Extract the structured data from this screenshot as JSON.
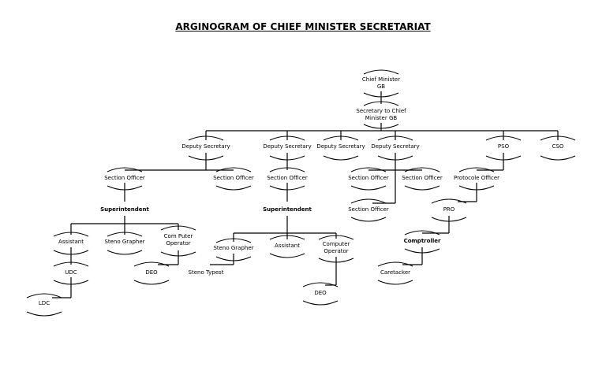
{
  "title": "ARGINOGRAM OF CHIEF MINISTER SECRETARIAT",
  "nodes": [
    {
      "id": "cm",
      "label": "Chief  Minister\nGB",
      "bold": false
    },
    {
      "id": "sec",
      "label": "Secretary to Chief\nMinister GB",
      "bold": false
    },
    {
      "id": "ds1",
      "label": "Deputy Secretary",
      "bold": false
    },
    {
      "id": "ds2",
      "label": "Deputy Secretary",
      "bold": false
    },
    {
      "id": "ds3",
      "label": "Deputy Secretary",
      "bold": false
    },
    {
      "id": "ds4",
      "label": "Deputy Secretary",
      "bold": false
    },
    {
      "id": "pso",
      "label": "PSO",
      "bold": false
    },
    {
      "id": "cso",
      "label": "CSO",
      "bold": false
    },
    {
      "id": "so1",
      "label": "Section Officer",
      "bold": false
    },
    {
      "id": "so2",
      "label": "Section Officer",
      "bold": false
    },
    {
      "id": "so3",
      "label": "Section Officer",
      "bold": false
    },
    {
      "id": "so4",
      "label": "Section Officer",
      "bold": false
    },
    {
      "id": "so5",
      "label": "Section Officer",
      "bold": false
    },
    {
      "id": "so6",
      "label": "Section Officer",
      "bold": false
    },
    {
      "id": "proto",
      "label": "Protocole Officer",
      "bold": false
    },
    {
      "id": "sup1",
      "label": "Superintendent",
      "bold": true
    },
    {
      "id": "sup2",
      "label": "Superintendent",
      "bold": true
    },
    {
      "id": "pro",
      "label": "PRO",
      "bold": false
    },
    {
      "id": "asst1",
      "label": "Assistant",
      "bold": false
    },
    {
      "id": "sg1",
      "label": "Steno Grapher",
      "bold": false
    },
    {
      "id": "cop1",
      "label": "Com Puter\nOperator",
      "bold": false
    },
    {
      "id": "sg2",
      "label": "Steno Grapher",
      "bold": false
    },
    {
      "id": "asst2",
      "label": "Assistant",
      "bold": false
    },
    {
      "id": "cop2",
      "label": "Computer\nOperator",
      "bold": false
    },
    {
      "id": "comp",
      "label": "Comptroller",
      "bold": true
    },
    {
      "id": "udc",
      "label": "UDC",
      "bold": false
    },
    {
      "id": "deo1",
      "label": "DEO",
      "bold": false
    },
    {
      "id": "st",
      "label": "Steno Typest",
      "bold": false
    },
    {
      "id": "care",
      "label": "Caretacker",
      "bold": false
    },
    {
      "id": "ldc",
      "label": "LDC",
      "bold": false
    },
    {
      "id": "deo2",
      "label": "DEO",
      "bold": false
    }
  ]
}
